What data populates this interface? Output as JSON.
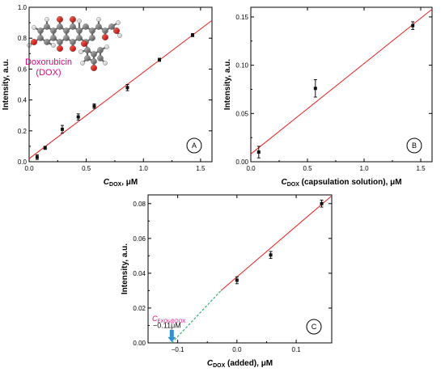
{
  "colors": {
    "fit_line": "#e8201e",
    "extrapolation": "#2db36b",
    "marker": "#111111",
    "molecule_label": "#e4007f",
    "arrow": "#2f8fd0"
  },
  "chart_data": [
    {
      "type": "scatter",
      "panel_label": "A",
      "title": "",
      "xlabel_main": "C",
      "xlabel_sub": "DOX",
      "xlabel_rest": ", μM",
      "ylabel": "Intensity, a.u.",
      "xlim": [
        0,
        1.6
      ],
      "ylim": [
        0,
        1.0
      ],
      "xticks": [
        0,
        0.5,
        1.0,
        1.5
      ],
      "xtick_labels": [
        "0.0",
        "0.5",
        "1.0",
        "1.5"
      ],
      "yticks": [
        0,
        0.2,
        0.4,
        0.6,
        0.8,
        1.0
      ],
      "ytick_labels": [
        "0.0",
        "0.2",
        "0.4",
        "0.6",
        "0.8",
        "1.0"
      ],
      "x": [
        0.07,
        0.14,
        0.29,
        0.43,
        0.57,
        0.86,
        1.14,
        1.43
      ],
      "y": [
        0.03,
        0.09,
        0.21,
        0.29,
        0.36,
        0.48,
        0.66,
        0.82
      ],
      "yerr": [
        0.015,
        0.01,
        0.025,
        0.02,
        0.015,
        0.02,
        0.01,
        0.01
      ],
      "fit": {
        "x": [
          0,
          1.6
        ],
        "y": [
          0.02,
          0.915
        ]
      },
      "annotation": {
        "line1": "Doxorubicin",
        "line2": "(DOX)"
      },
      "grid": false,
      "legend": "none"
    },
    {
      "type": "scatter",
      "panel_label": "B",
      "title": "",
      "xlabel_main": "C",
      "xlabel_sub": "DOX",
      "xlabel_rest": " (capsulation solution), μM",
      "ylabel": "Intensity, a.u.",
      "xlim": [
        0,
        1.6
      ],
      "ylim": [
        0,
        0.16
      ],
      "xticks": [
        0,
        0.5,
        1.0,
        1.5
      ],
      "xtick_labels": [
        "0.0",
        "0.5",
        "1.0",
        "1.5"
      ],
      "yticks": [
        0,
        0.05,
        0.1,
        0.15
      ],
      "ytick_labels": [
        "0.00",
        "0.05",
        "0.10",
        "0.15"
      ],
      "x": [
        0.07,
        0.57,
        1.43
      ],
      "y": [
        0.01,
        0.076,
        0.141
      ],
      "yerr": [
        0.006,
        0.009,
        0.004
      ],
      "fit": {
        "x": [
          0,
          1.6
        ],
        "y": [
          0.008,
          0.158
        ]
      },
      "grid": false,
      "legend": "none"
    },
    {
      "type": "scatter",
      "panel_label": "C",
      "title": "",
      "xlabel_main": "C",
      "xlabel_sub": "DOX",
      "xlabel_rest": " (added), μM",
      "ylabel": "Intensity, a.u.",
      "xlim": [
        -0.15,
        0.16
      ],
      "ylim": [
        0,
        0.085
      ],
      "xticks": [
        -0.1,
        0.0,
        0.1
      ],
      "xtick_labels": [
        "−0.1",
        "0.0",
        "0.1"
      ],
      "yticks": [
        0,
        0.02,
        0.04,
        0.06,
        0.08
      ],
      "ytick_labels": [
        "0.00",
        "0.02",
        "0.04",
        "0.06",
        "0.08"
      ],
      "x": [
        0.0,
        0.057,
        0.143
      ],
      "y": [
        0.036,
        0.0505,
        0.08
      ],
      "yerr": [
        0.002,
        0.002,
        0.002
      ],
      "fit": {
        "x": [
          -0.027,
          0.16
        ],
        "y": [
          0.03,
          0.0845
        ]
      },
      "extrapolation": {
        "x": [
          -0.11,
          -0.027
        ],
        "y": [
          0.0,
          0.03
        ]
      },
      "annotation": {
        "label_main": "C",
        "label_sub": "EXOs@DOX",
        "value": "−0.11μM",
        "x_intercept": -0.11
      },
      "grid": false,
      "legend": "none"
    }
  ]
}
